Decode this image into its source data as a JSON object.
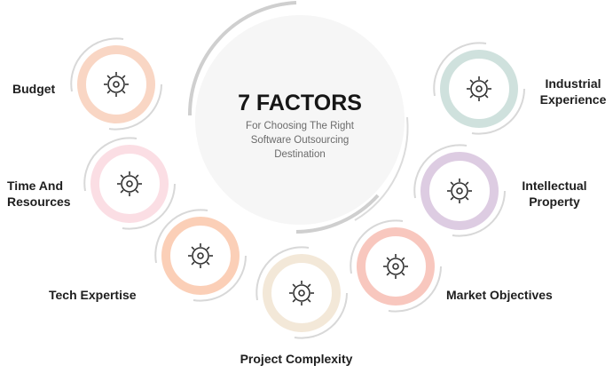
{
  "center": {
    "title": "7 FACTORS",
    "subtitle": "For Choosing The Right Software Outsourcing Destination"
  },
  "factors": [
    {
      "label": "Budget",
      "icon": "budget-calculator-icon",
      "color": "#f9d6c4"
    },
    {
      "label": "Time And Resources",
      "icon": "clock-icon",
      "color": "#fbdee4"
    },
    {
      "label": "Tech Expertise",
      "icon": "gear-bulb-icon",
      "color": "#fbcfb7"
    },
    {
      "label": "Project Complexity",
      "icon": "gear-network-icon",
      "color": "#f3e8d8"
    },
    {
      "label": "Market Objectives",
      "icon": "radar-target-icon",
      "color": "#f8c7be"
    },
    {
      "label": "Intellectual Property",
      "icon": "idea-hand-icon",
      "color": "#ddcce2"
    },
    {
      "label": "Industrial Experience",
      "icon": "gear-bulb-icon",
      "color": "#cfe1dd"
    }
  ]
}
